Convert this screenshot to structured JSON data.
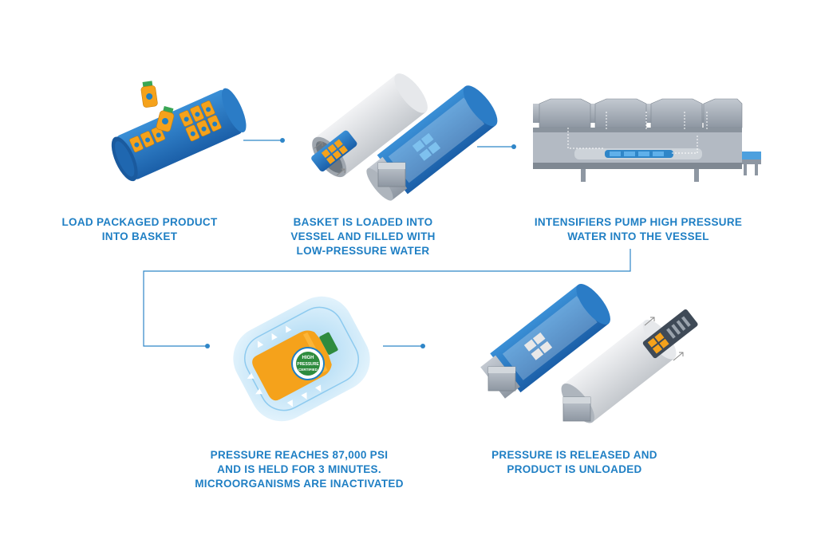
{
  "steps": [
    {
      "id": "load",
      "lines": [
        "LOAD PACKAGED PRODUCT",
        "INTO BASKET"
      ]
    },
    {
      "id": "fill",
      "lines": [
        "BASKET IS LOADED INTO",
        "VESSEL AND FILLED WITH",
        "LOW-PRESSURE WATER"
      ]
    },
    {
      "id": "pump",
      "lines": [
        "INTENSIFIERS PUMP HIGH PRESSURE",
        "WATER INTO THE VESSEL"
      ]
    },
    {
      "id": "hold",
      "lines": [
        "PRESSURE REACHES 87,000 PSI",
        "AND IS HELD FOR 3 MINUTES.",
        "MICROORGANISMS ARE INACTIVATED"
      ]
    },
    {
      "id": "release",
      "lines": [
        "PRESSURE IS RELEASED AND",
        "PRODUCT IS UNLOADED"
      ]
    }
  ],
  "bottle_label": {
    "line1": "HIGH",
    "line2": "PRESSURE",
    "line3": "CERTIFIED"
  },
  "colors": {
    "caption": "#1f7fc4",
    "connector": "#2f86c8",
    "basket_blue": "#1f6fb8",
    "vessel_gray": "#d9dbde",
    "juice_orange": "#f5a21b",
    "water_light": "#bfe3f7",
    "steel": "#9aa3ad"
  }
}
